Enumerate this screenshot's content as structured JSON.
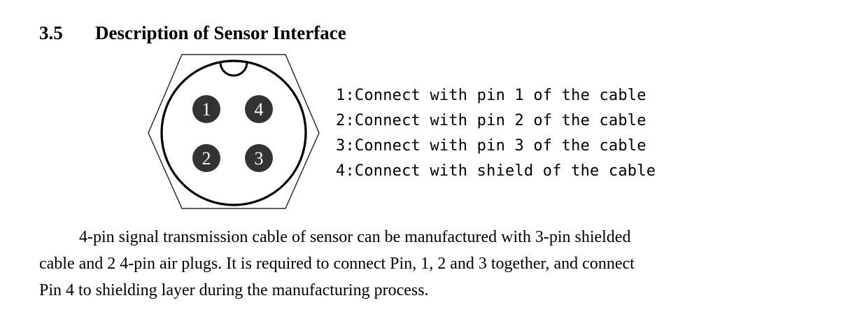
{
  "section": {
    "number": "3.5",
    "title": "Description of Sensor Interface"
  },
  "connector": {
    "pins": [
      {
        "label": "1"
      },
      {
        "label": "4"
      },
      {
        "label": "2"
      },
      {
        "label": "3"
      }
    ],
    "legend": [
      "1:Connect with pin 1 of the cable",
      "2:Connect with pin 2 of the cable",
      "3:Connect with pin 3 of the cable",
      "4:Connect with shield of the cable"
    ]
  },
  "body": {
    "lines": [
      "4-pin signal transmission cable of sensor can be manufactured with 3-pin shielded",
      "cable and 2 4-pin air plugs. It is required to connect Pin, 1, 2 and 3 together, and connect",
      "Pin 4 to shielding layer during the manufacturing process."
    ]
  }
}
